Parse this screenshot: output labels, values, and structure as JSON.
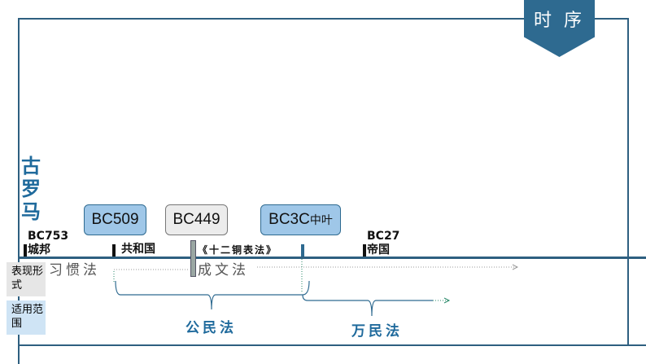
{
  "banner": {
    "title": "时 序"
  },
  "section_title": "古罗马",
  "events": [
    {
      "date": "BC509"
    },
    {
      "date": "BC449"
    },
    {
      "date": "BC3C",
      "suffix": "中叶"
    }
  ],
  "timeline_labels": {
    "bc753": "BC753",
    "city_state": "城邦",
    "republic": "共和国",
    "twelve_tables": "《十二铜表法》",
    "bc27": "BC27",
    "empire": "帝国"
  },
  "rows": {
    "form": "表现形式",
    "scope": "适用范围"
  },
  "forms": {
    "customary": "习惯法",
    "written": "成文法"
  },
  "scopes": {
    "civil": "公民法",
    "gentium": "万民法"
  },
  "colors": {
    "accent": "#2e6a90",
    "title": "#1f6a9c",
    "box_blue": "#9fc7e8"
  }
}
